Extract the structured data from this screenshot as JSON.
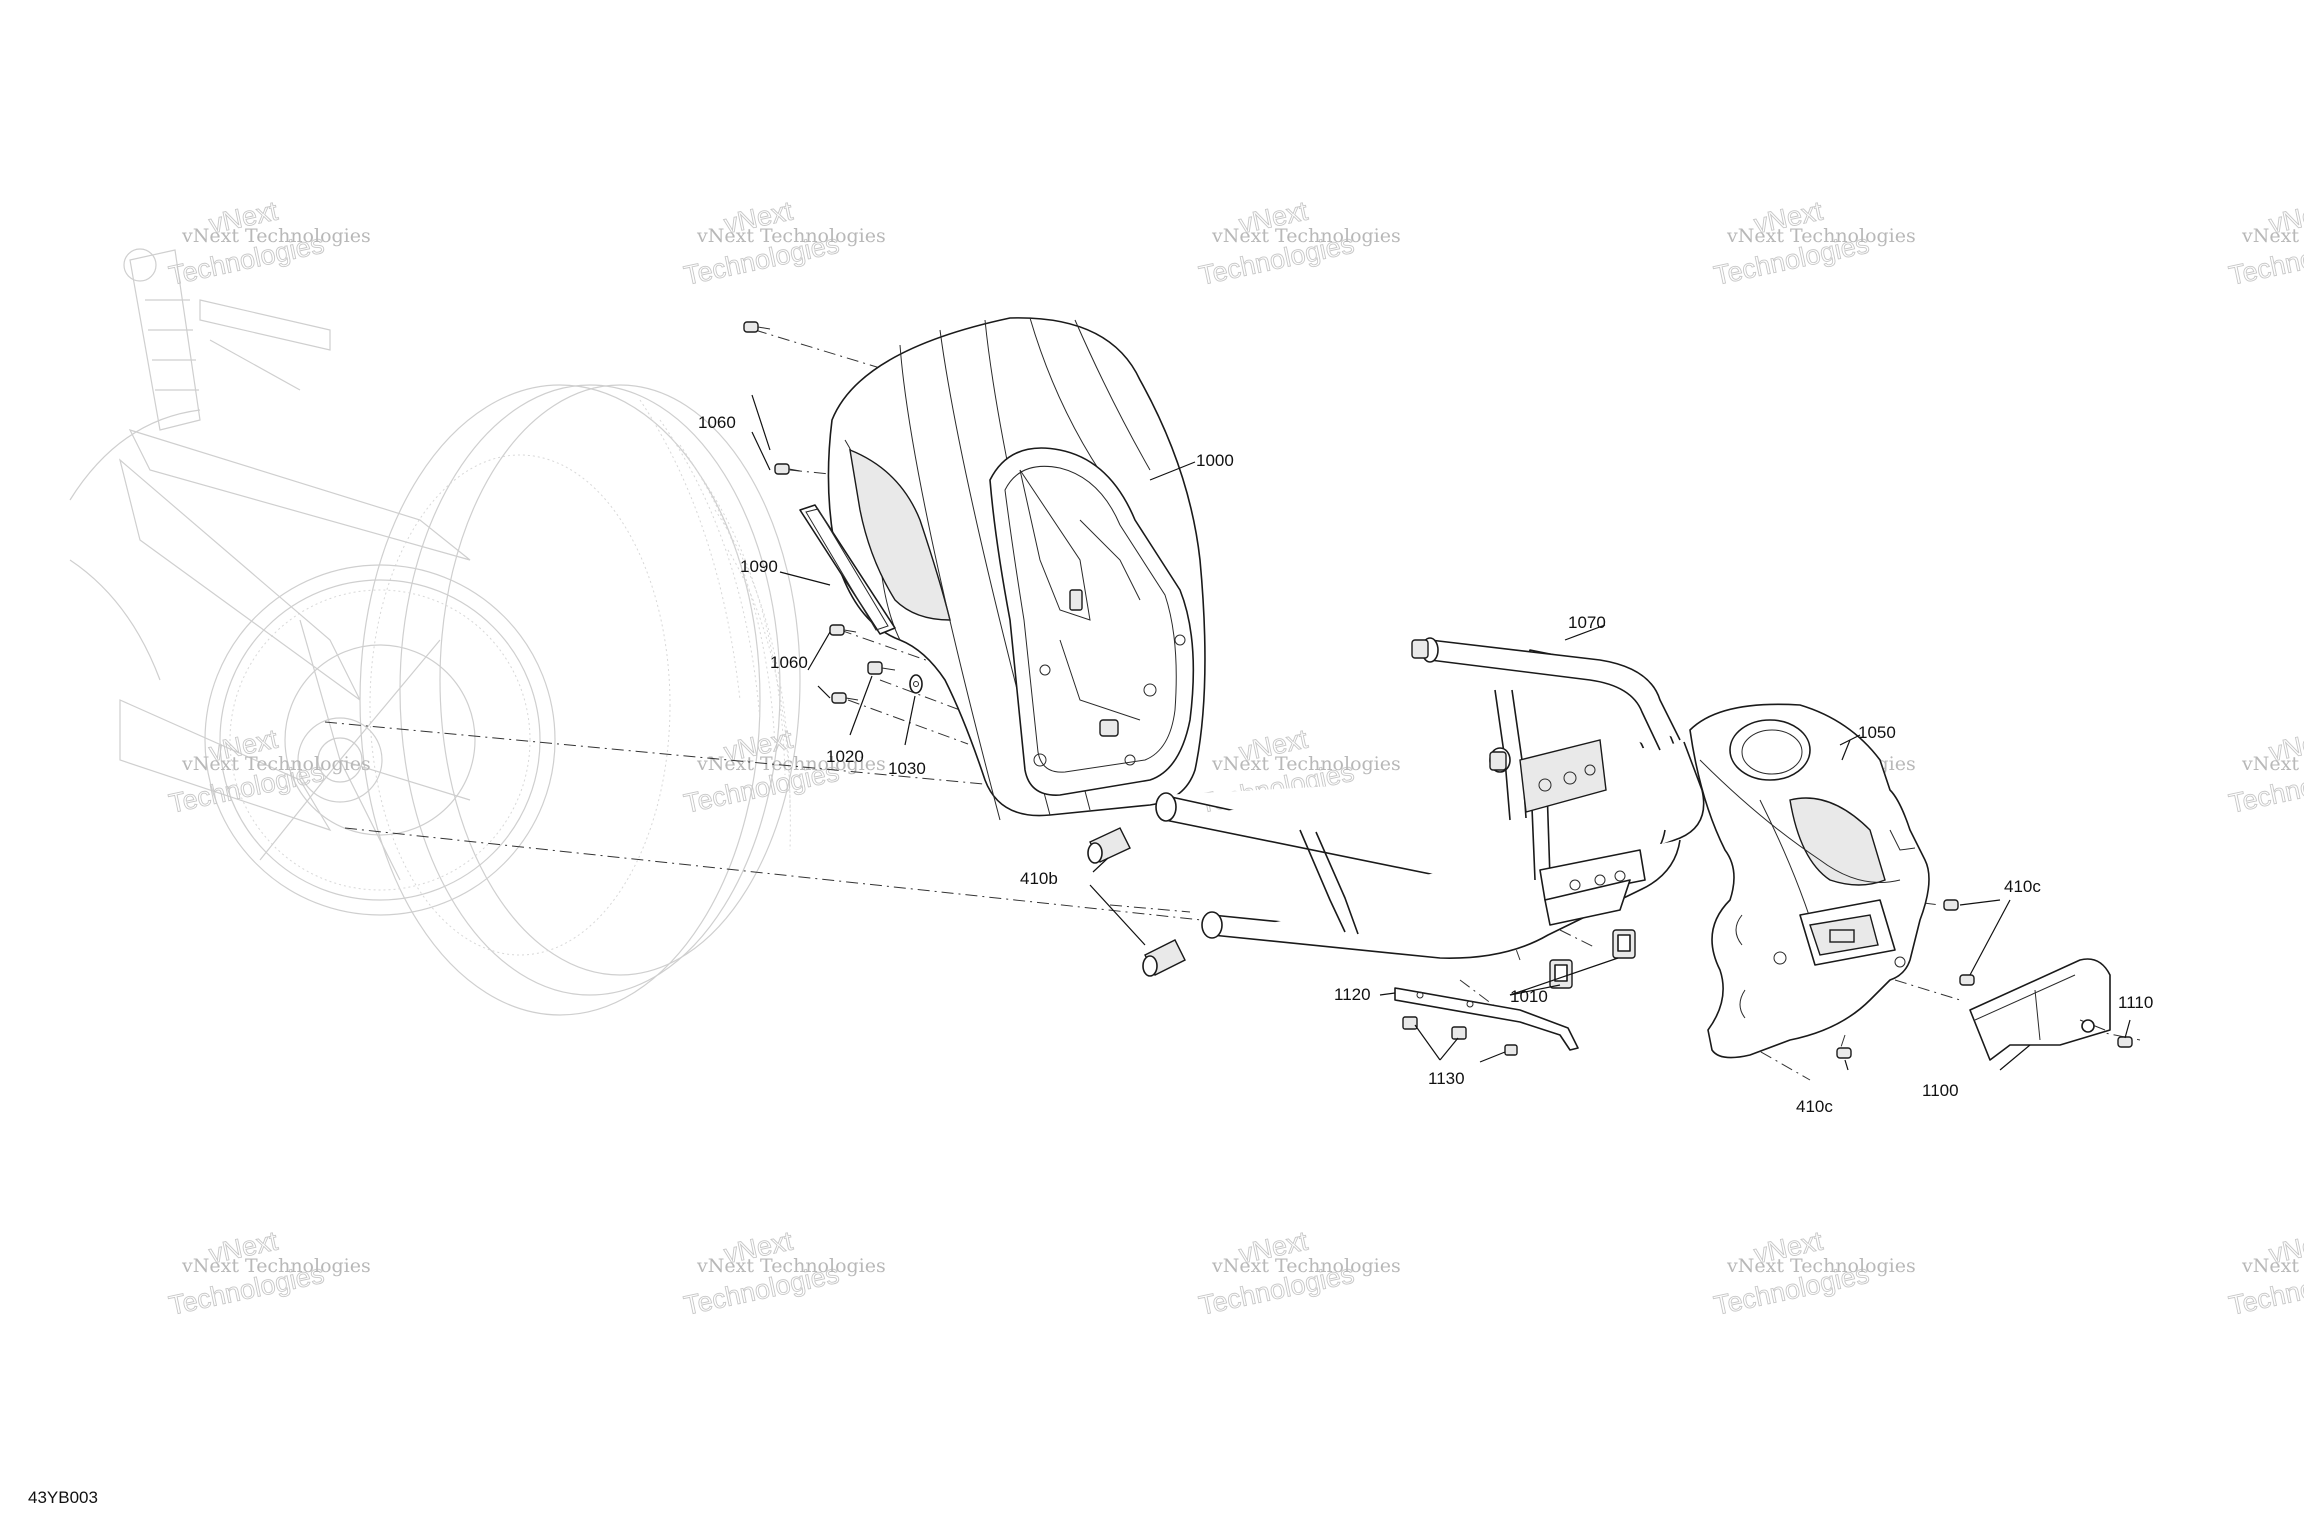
{
  "diagram": {
    "code": "43YB003",
    "watermark": {
      "line1": "vNext Technologies",
      "line2_a": "vNext",
      "line2_b": "Technologies"
    },
    "callouts": {
      "c1000": "1000",
      "c1010": "1010",
      "c1020": "1020",
      "c1030": "1030",
      "c1050": "1050",
      "c1060a": "1060",
      "c1060b": "1060",
      "c1070": "1070",
      "c1090": "1090",
      "c1100": "1100",
      "c1110": "1110",
      "c1120": "1120",
      "c1130": "1130",
      "c410b": "410b",
      "c410c_top": "410c",
      "c410c_bottom": "410c"
    }
  }
}
